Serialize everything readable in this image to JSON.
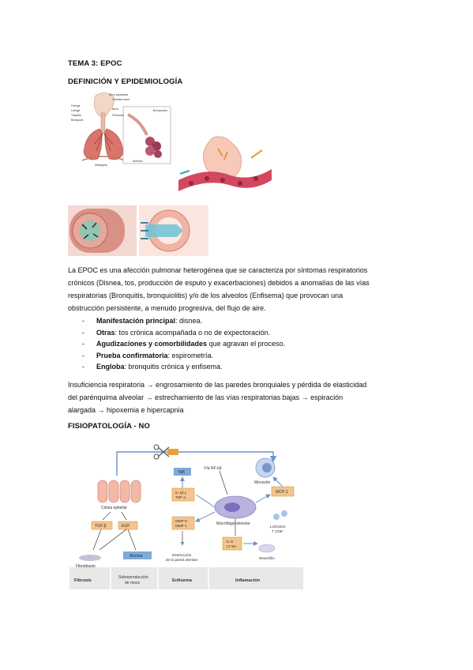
{
  "headings": {
    "tema": "TEMA 3: EPOC",
    "definicion": "DEFINICIÓN Y EPIDEMIOLOGÍA",
    "fisiopatologia": "FISIOPATOLOGÍA - NO"
  },
  "intro_lines": [
    "La EPOC es una afección pulmonar heterogénea que se caracteriza por síntomas respiratorios",
    "crónicos (Disnea, tos, producción de esputo y exacerbaciones) debidos a anomalías de las vías",
    "respiratorias (Bronquitis, bronquiolitis) y/o de los alveolos (Enfisema) que provocan una",
    "obstrucción persistente, a menudo progresiva, del flujo de aire."
  ],
  "bullets": [
    {
      "dash": "-",
      "label": "Manifestación principal",
      "text": ": disnea."
    },
    {
      "dash": "-",
      "label": "Otras",
      "text": ": tos crónica acompañada o no de expectoración."
    },
    {
      "dash": "-",
      "label": "Agudizaciones y comorbilidades",
      "text": " que agravan el proceso."
    },
    {
      "dash": "-",
      "label": "Prueba confirmatoria",
      "text": ": espirometría."
    },
    {
      "dash": "-",
      "label": "Engloba",
      "text": ": bronquitis crónica y enfisema."
    }
  ],
  "insuf_lines": [
    "Insuficiencia respiratoria → engrosamiento de las paredes bronquiales y pérdida de elasticidad",
    "del parénquima alveolar → estrechamiento de las vías respiratorias bajas → espiración",
    "alargada → hipoxemia e hipercapnia"
  ],
  "anatomy_labels": [
    "Seno paranasal",
    "Cavidad nasal",
    "Faringe",
    "Laringe",
    "Tráquea",
    "Boca",
    "Bronquios",
    "Bronquiolos",
    "Pulmones",
    "Diafragma",
    "Alvéolos"
  ],
  "pathway": {
    "nodes": {
      "via": "Vía NF-kβ",
      "monocito": "Monocito",
      "mcp": "MCP-1",
      "linfocitos1": "Linfocitos",
      "linfocitos2": "T CD8⁺",
      "celula": "Célula epitelial",
      "tgf": "TGF-β",
      "egf": "EGF",
      "mmp1": "MMP-9",
      "mmp2": "MMP-1",
      "il8a": "IL-8",
      "il8b": "LT B4",
      "macro": "Macrófago alveolar",
      "neutro": "Neutrófilo",
      "fibro": "Fibroblasto",
      "mucina": "Mucina",
      "destruccion1": "Destrucción",
      "destruccion2": "de la pared alveolar",
      "fibrosis": "Fibrosis",
      "sobre1": "Sobreproducción",
      "sobre2": "de moco",
      "enfisema": "Enfisema",
      "inflamacion": "Inflamación",
      "nik": "NIK",
      "il1": "IL-1β y",
      "tnf": "TNF-α"
    }
  },
  "colors": {
    "orange_box": "#f4c48e",
    "blue_box": "#7fa9d6",
    "arrow": "#6a93c4",
    "band": "#e8e8e8"
  }
}
